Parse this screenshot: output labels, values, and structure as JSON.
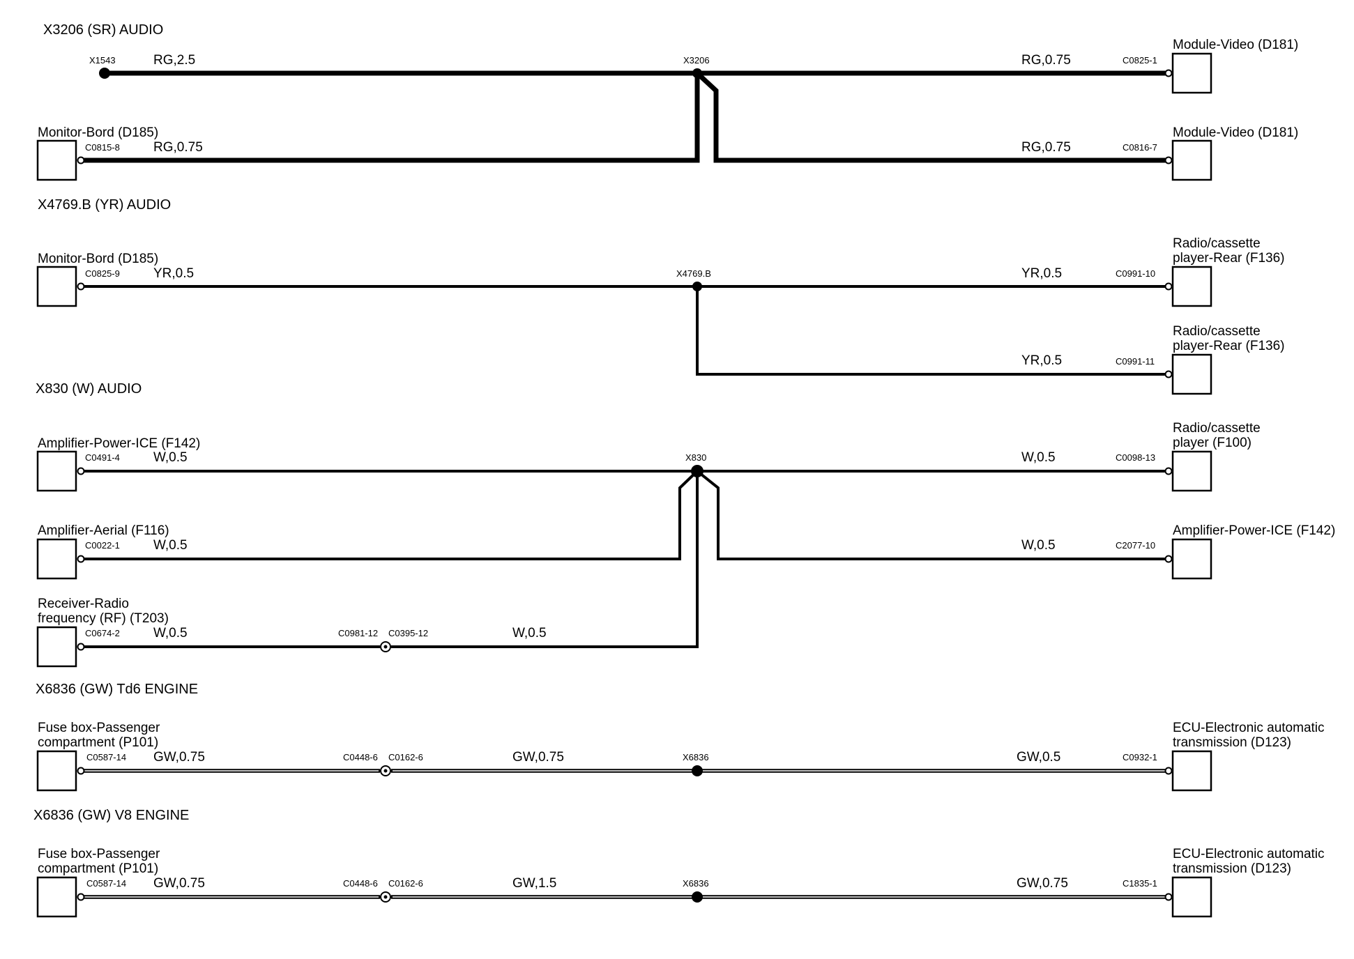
{
  "sections": [
    {
      "id": "s1",
      "title": "X3206 (SR)  AUDIO"
    },
    {
      "id": "s2",
      "title": "X4769.B (YR)  AUDIO"
    },
    {
      "id": "s3",
      "title": "X830 (W)  AUDIO"
    },
    {
      "id": "s4",
      "title": "X6836 (GW) Td6 ENGINE"
    },
    {
      "id": "s5",
      "title": "X6836 (GW) V8 ENGINE"
    }
  ],
  "components": {
    "c1": [
      "Module-Video (D181)"
    ],
    "c2": [
      "Monitor-Bord (D185)"
    ],
    "c3": [
      "Monitor-Bord (D185)"
    ],
    "c4": [
      "Module-Video (D181)"
    ],
    "c5": [
      "Radio/cassette",
      "player-Rear (F136)"
    ],
    "c6": [
      "Radio/cassette",
      "player-Rear (F136)"
    ],
    "c7": [
      "Amplifier-Power-ICE (F142)"
    ],
    "c8": [
      "Radio/cassette",
      "player (F100)"
    ],
    "c9": [
      "Amplifier-Aerial (F116)"
    ],
    "c10": [
      "Amplifier-Power-ICE (F142)"
    ],
    "c11": [
      "Receiver-Radio",
      "frequency (RF) (T203)"
    ],
    "c12": [
      "Fuse box-Passenger",
      "compartment (P101)"
    ],
    "c13": [
      "ECU-Electronic automatic",
      "transmission (D123)"
    ],
    "c14": [
      "Fuse box-Passenger",
      "compartment (P101)"
    ],
    "c15": [
      "ECU-Electronic automatic",
      "transmission (D123)"
    ]
  },
  "connectors": {
    "x1543": "X1543",
    "c0825_1": "C0825-1",
    "c0815_8": "C0815-8",
    "c0816_7": "C0816-7",
    "c0825_9": "C0825-9",
    "c0991_10": "C0991-10",
    "c0991_11": "C0991-11",
    "c0491_4": "C0491-4",
    "c0098_13": "C0098-13",
    "c0022_1": "C0022-1",
    "c2077_10": "C2077-10",
    "c0674_2": "C0674-2",
    "c0981_12": "C0981-12",
    "c0395_12": "C0395-12",
    "c0587_14_a": "C0587-14",
    "c0448_6_a": "C0448-6",
    "c0162_6_a": "C0162-6",
    "c0932_1": "C0932-1",
    "c0587_14_b": "C0587-14",
    "c0448_6_b": "C0448-6",
    "c0162_6_b": "C0162-6",
    "c1835_1": "C1835-1"
  },
  "splices": {
    "x3206": "X3206",
    "x4769b": "X4769.B",
    "x830": "X830",
    "x6836_a": "X6836",
    "x6836_b": "X6836"
  },
  "wires": {
    "w1": "RG,2.5",
    "w2": "RG,0.75",
    "w3": "RG,0.75",
    "w4": "RG,0.75",
    "w5": "YR,0.5",
    "w6": "YR,0.5",
    "w7": "YR,0.5",
    "w8": "W,0.5",
    "w9": "W,0.5",
    "w10": "W,0.5",
    "w11": "W,0.5",
    "w12": "W,0.5",
    "w13": "W,0.5",
    "w14": "GW,0.75",
    "w15": "GW,0.75",
    "w16": "GW,0.5",
    "w17": "GW,0.75",
    "w18": "GW,1.5",
    "w19": "GW,0.75"
  }
}
